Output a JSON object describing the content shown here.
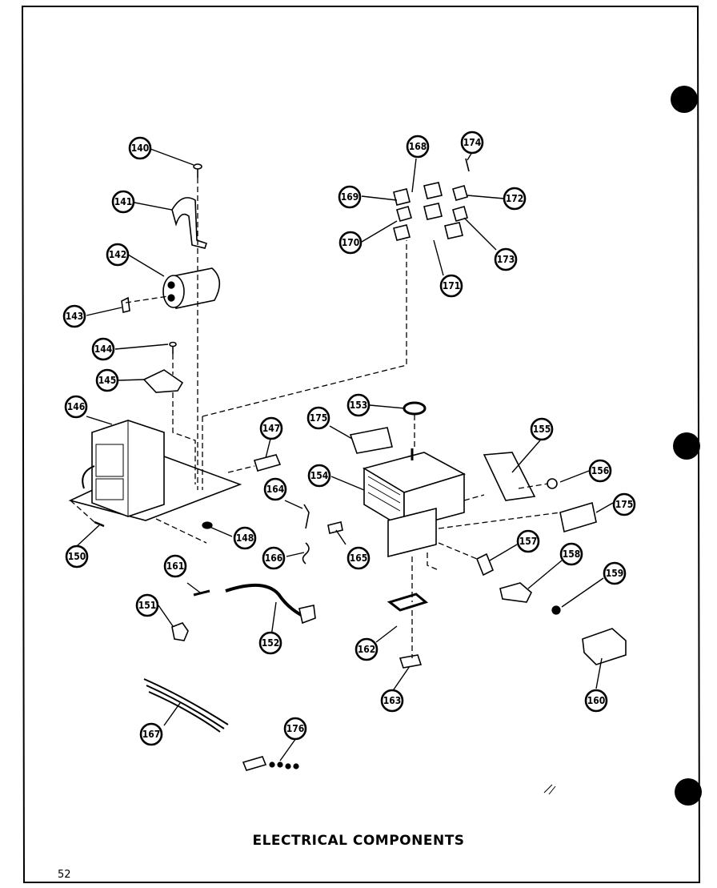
{
  "title": "ELECTRICAL COMPONENTS",
  "page_number": "52",
  "callouts": [
    "140",
    "141",
    "142",
    "143",
    "144",
    "145",
    "146",
    "147",
    "148",
    "150",
    "151",
    "152",
    "153",
    "154",
    "155",
    "156",
    "157",
    "158",
    "159",
    "160",
    "161",
    "162",
    "163",
    "164",
    "165",
    "166",
    "167",
    "168",
    "169",
    "170",
    "171",
    "172",
    "173",
    "174",
    "175",
    "175",
    "176"
  ],
  "colors": {
    "ink": "#000000",
    "paper": "#ffffff"
  }
}
